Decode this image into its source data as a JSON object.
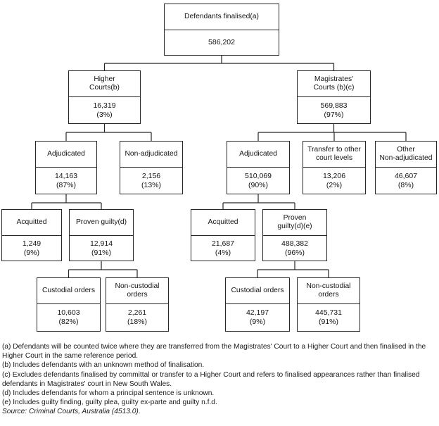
{
  "figure": {
    "description": "Flow chart of defendants finalised, by court level and method of finalisation",
    "colors": {
      "line": "#262626",
      "text": "#141414",
      "background": "#ffffff"
    },
    "tree": {
      "root": {
        "label": "Defendants finalised(a)",
        "value": "586,202",
        "pct": ""
      },
      "higher_courts": {
        "label": "Higher\nCourts(b)",
        "value": "16,319",
        "pct": "(3%)"
      },
      "magistrates_courts": {
        "label": "Magistrates'\nCourts (b)(c)",
        "value": "569,883",
        "pct": "(97%)"
      },
      "higher_adjudicated": {
        "label": "Adjudicated",
        "value": "14,163",
        "pct": "(87%)"
      },
      "higher_non_adjudicated": {
        "label": "Non-adjudicated",
        "value": "2,156",
        "pct": "(13%)"
      },
      "mag_adjudicated": {
        "label": "Adjudicated",
        "value": "510,069",
        "pct": "(90%)"
      },
      "mag_transfer": {
        "label": "Transfer to other\ncourt levels",
        "value": "13,206",
        "pct": "(2%)"
      },
      "mag_other_non_adjudicated": {
        "label": "Other\nNon-adjudicated",
        "value": "46,607",
        "pct": "(8%)"
      },
      "higher_acquitted": {
        "label": "Acquitted",
        "value": "1,249",
        "pct": "(9%)"
      },
      "higher_proven_guilty": {
        "label": "Proven guilty(d)",
        "value": "12,914",
        "pct": "(91%)"
      },
      "mag_acquitted": {
        "label": "Acquitted",
        "value": "21,687",
        "pct": "(4%)"
      },
      "mag_proven_guilty": {
        "label": "Proven\nguilty(d)(e)",
        "value": "488,382",
        "pct": "(96%)"
      },
      "higher_custodial": {
        "label": "Custodial orders",
        "value": "10,603",
        "pct": "(82%)"
      },
      "higher_non_custodial": {
        "label": "Non-custodial\norders",
        "value": "2,261",
        "pct": "(18%)"
      },
      "mag_custodial": {
        "label": "Custodial orders",
        "value": "42,197",
        "pct": "(9%)"
      },
      "mag_non_custodial": {
        "label": "Non-custodial\norders",
        "value": "445,731",
        "pct": "(91%)"
      }
    },
    "footnotes": [
      "(a) Defendants will be counted twice where they are transferred from the Magistrates' Court to a Higher Court and then finalised in the Higher Court in the same reference period.",
      "(b) Includes defendants with an unknown method of finalisation.",
      "(c) Excludes defendants finalised by committal or transfer to a Higher Court and refers to finalised appearances rather than finalised defendants in Magistrates' court in New South Wales.",
      "(d) Includes defendants for whom a principal sentence is unknown.",
      "(e) Includes guilty finding, guilty plea, guilty ex-parte and guilty n.f.d."
    ],
    "source": "Source: Criminal Courts, Australia (4513.0)."
  }
}
